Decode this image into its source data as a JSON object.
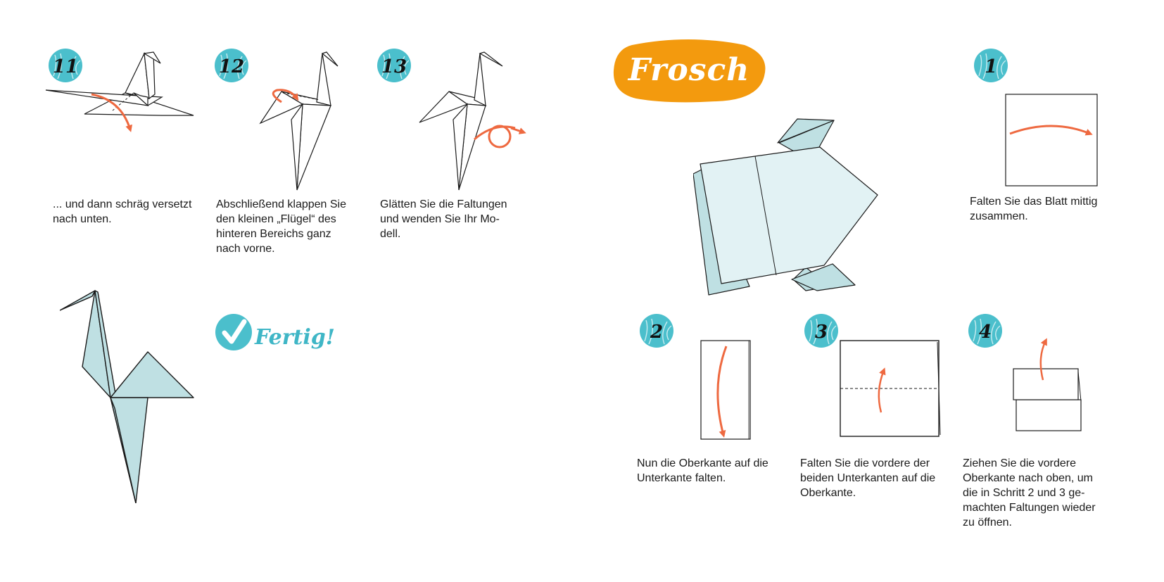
{
  "colors": {
    "teal": "#4bbfcc",
    "light_blue": "#bfe0e3",
    "orange": "#f39a0e",
    "arrow": "#ee6940"
  },
  "left_page": {
    "steps": [
      {
        "number": "11",
        "lines": [
          "... und dann schräg versetzt",
          "nach unten."
        ]
      },
      {
        "number": "12",
        "lines": [
          "Abschließend klappen Sie",
          "den kleinen „Flügel“ des",
          "hinteren Bereichs ganz",
          "nach vorne."
        ]
      },
      {
        "number": "13",
        "lines": [
          "Glätten Sie die Faltungen",
          "und wenden Sie Ihr Mo-",
          "dell."
        ]
      }
    ],
    "done_icon": "checkmark-icon",
    "done_label": "Fertig!"
  },
  "right_page": {
    "title": "Frosch",
    "steps": [
      {
        "number": "1",
        "lines": [
          "Falten Sie das Blatt mittig",
          "zusammen."
        ]
      },
      {
        "number": "2",
        "lines": [
          "Nun die Oberkante auf die",
          "Unterkante falten."
        ]
      },
      {
        "number": "3",
        "lines": [
          "Falten Sie die vordere der",
          "beiden Unterkanten auf die",
          "Oberkante."
        ]
      },
      {
        "number": "4",
        "lines": [
          "Ziehen Sie die vordere",
          "Oberkante nach oben, um",
          "die in Schritt 2 und 3 ge-",
          "machten Faltungen wieder",
          "zu öffnen."
        ]
      }
    ]
  }
}
